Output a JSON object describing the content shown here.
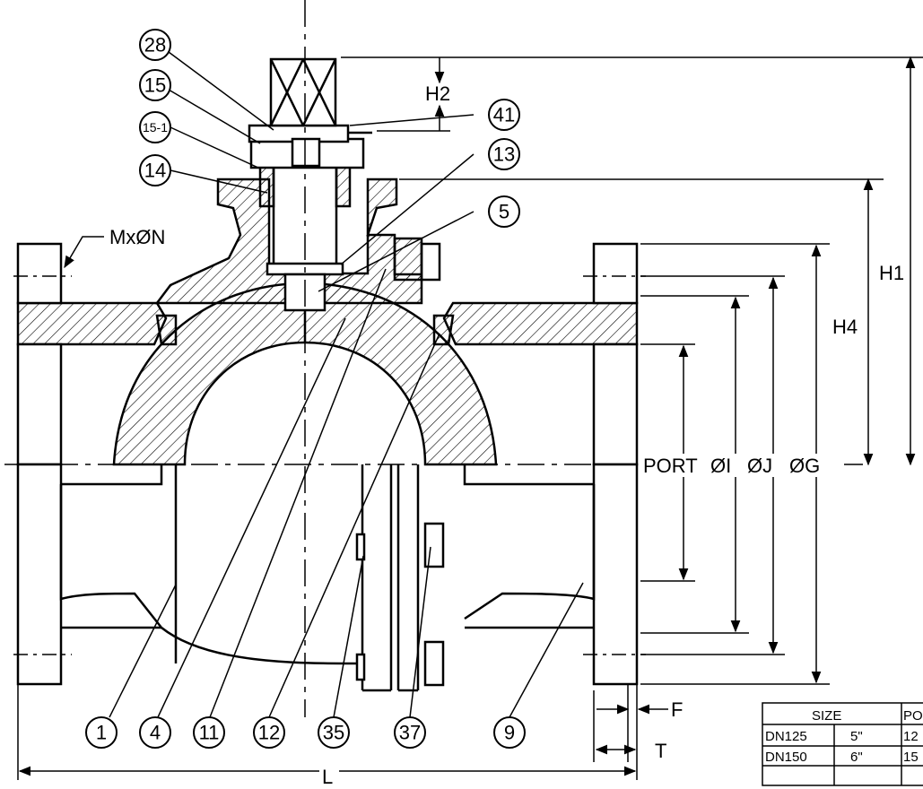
{
  "drawing": {
    "callouts_top": [
      "28",
      "15",
      "15-1",
      "14",
      "41",
      "13",
      "5"
    ],
    "callouts_bottom": [
      "1",
      "4",
      "11",
      "12",
      "35",
      "37",
      "9"
    ],
    "labels": {
      "bolt_holes": "MxØN",
      "h1": "H1",
      "h2": "H2",
      "h4": "H4",
      "port": "PORT",
      "oi": "ØI",
      "oj": "ØJ",
      "og": "ØG",
      "f": "F",
      "t": "T",
      "l": "L"
    },
    "table": {
      "header_size": "SIZE",
      "header_port": "PO",
      "rows": [
        {
          "dn": "DN125",
          "inch": "5\"",
          "port": "12"
        },
        {
          "dn": "DN150",
          "inch": "6\"",
          "port": "15"
        }
      ]
    }
  }
}
